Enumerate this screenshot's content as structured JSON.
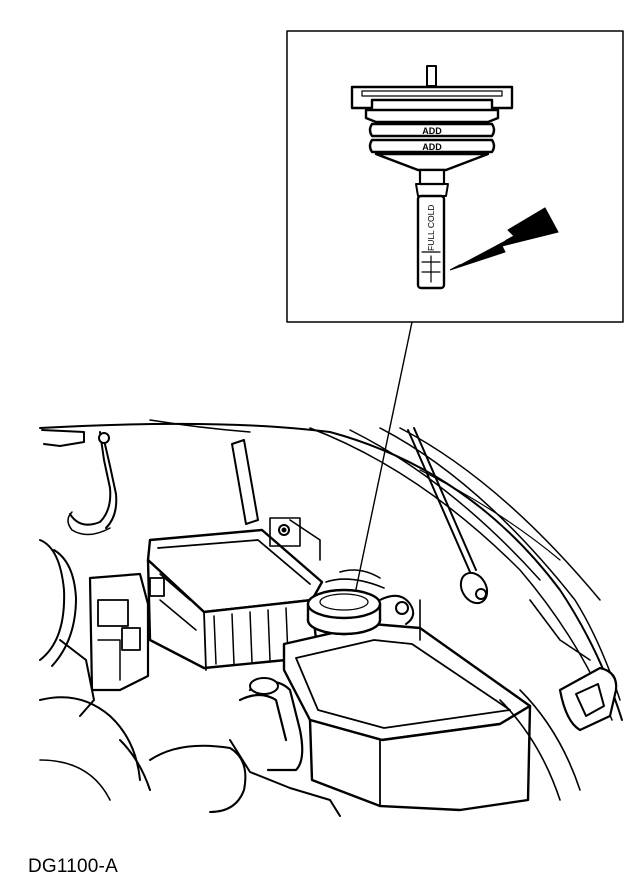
{
  "figure": {
    "id_label": "DG1100-A"
  },
  "inset": {
    "dipstick_marks": [
      "ADD",
      "ADD"
    ],
    "full_cold_label": "FULL COLD"
  },
  "colors": {
    "ink": "#000000",
    "paper": "#ffffff"
  }
}
